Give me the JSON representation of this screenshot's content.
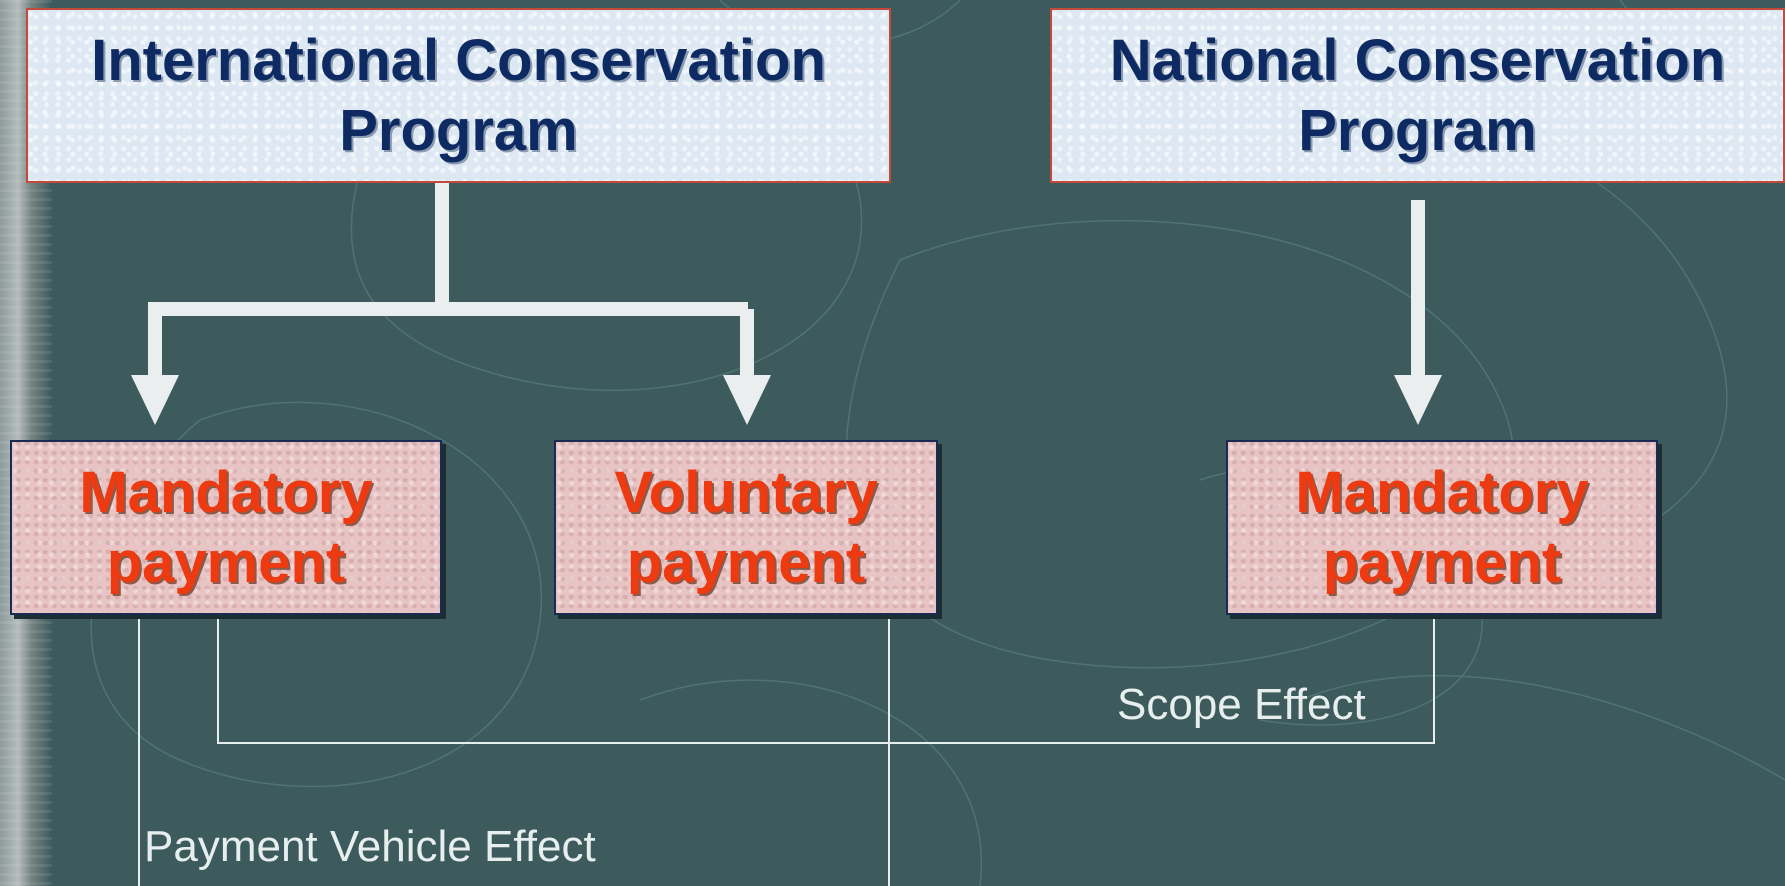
{
  "boxes": {
    "international": "International Conservation Program",
    "national": "National Conservation Program",
    "mandatory_international": "Mandatory payment",
    "voluntary_international": "Voluntary payment",
    "mandatory_national": "Mandatory payment"
  },
  "effects": {
    "scope": "Scope Effect",
    "payment_vehicle": "Payment Vehicle Effect"
  },
  "colors": {
    "background": "#3d5a5c",
    "program_text": "#0e2a63",
    "payment_text": "#ee3a10",
    "arrow": "#eaeeee",
    "line": "#e6eeee"
  }
}
